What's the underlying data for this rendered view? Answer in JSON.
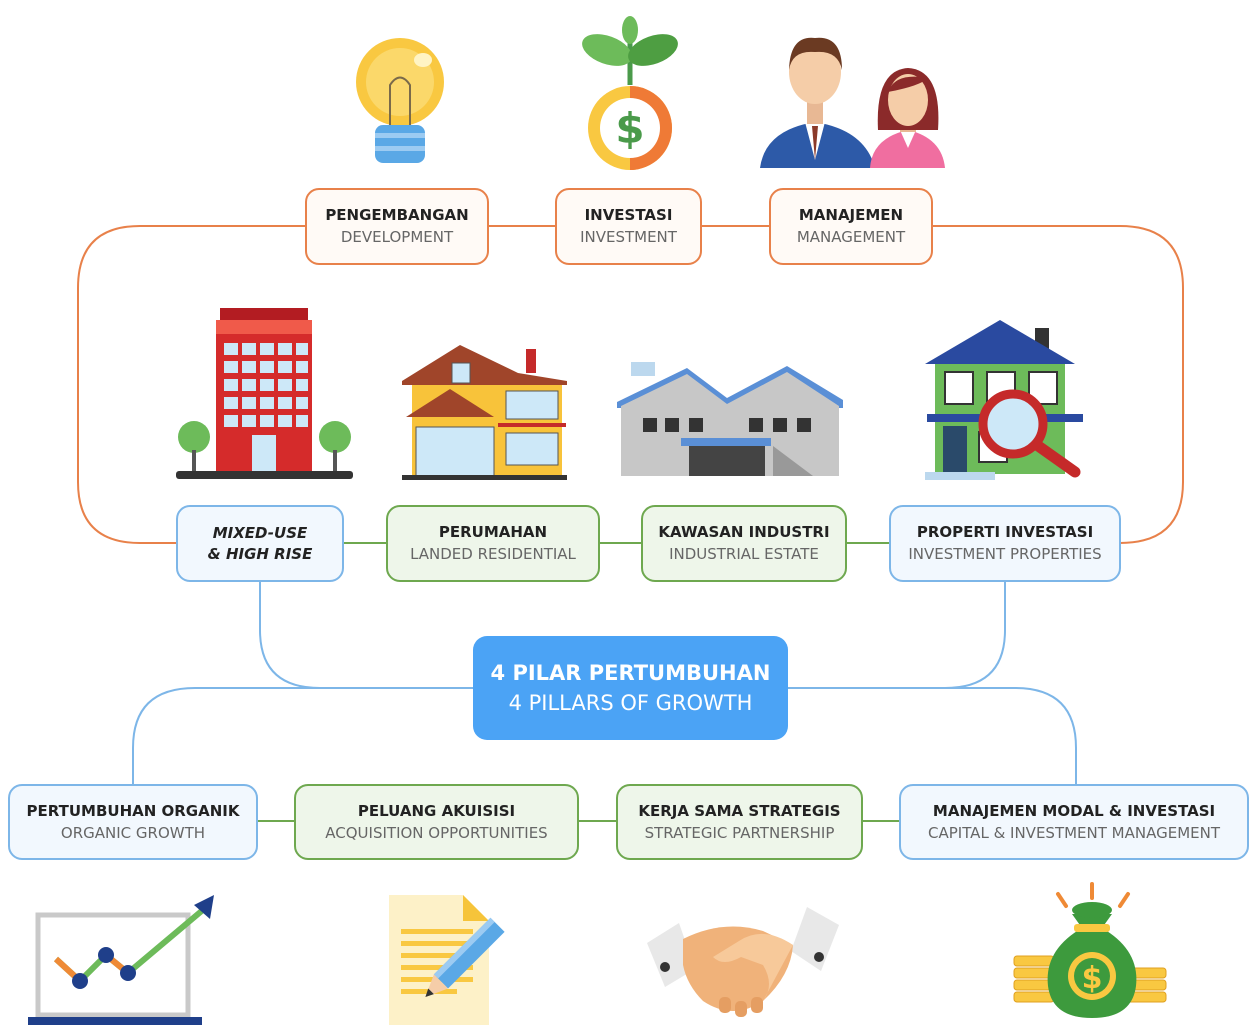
{
  "top_boxes": [
    {
      "title": "PENGEMBANGAN",
      "subtitle": "DEVELOPMENT"
    },
    {
      "title": "INVESTASI",
      "subtitle": "INVESTMENT"
    },
    {
      "title": "MANAJEMEN",
      "subtitle": "MANAGEMENT"
    }
  ],
  "middle_boxes": [
    {
      "title": "MIXED-USE\n& HIGH RISE",
      "subtitle": ""
    },
    {
      "title": "PERUMAHAN",
      "subtitle": "LANDED RESIDENTIAL"
    },
    {
      "title": "KAWASAN INDUSTRI",
      "subtitle": "INDUSTRIAL ESTATE"
    },
    {
      "title": "PROPERTI INVESTASI",
      "subtitle": "INVESTMENT PROPERTIES"
    }
  ],
  "center": {
    "title": "4 PILAR PERTUMBUHAN",
    "subtitle": "4 PILLARS OF GROWTH"
  },
  "bottom_boxes": [
    {
      "title": "PERTUMBUHAN ORGANIK",
      "subtitle": "ORGANIC GROWTH"
    },
    {
      "title": "PELUANG AKUISISI",
      "subtitle": "ACQUISITION OPPORTUNITIES"
    },
    {
      "title": "KERJA SAMA STRATEGIS",
      "subtitle": "STRATEGIC PARTNERSHIP"
    },
    {
      "title": "MANAJEMEN MODAL & INVESTASI",
      "subtitle": "CAPITAL & INVESTMENT MANAGEMENT"
    }
  ],
  "icons": {
    "top": [
      "lightbulb-icon",
      "money-plant-icon",
      "business-people-icon"
    ],
    "middle": [
      "high-rise-building-icon",
      "house-icon",
      "factory-icon",
      "house-magnifier-icon"
    ],
    "bottom": [
      "growth-chart-icon",
      "document-pen-icon",
      "handshake-icon",
      "money-bag-icon"
    ]
  },
  "colors": {
    "orange": "#e8814a",
    "green": "#6ea84f",
    "blue": "#7db6e8",
    "center": "#4ba3f5"
  }
}
